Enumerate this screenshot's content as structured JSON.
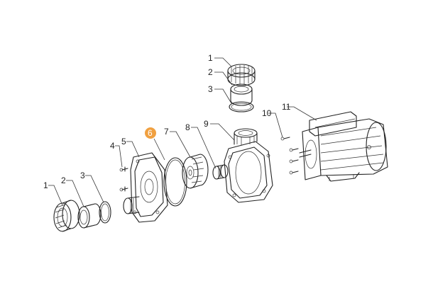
{
  "diagram": {
    "highlight_color": "#f0a040",
    "highlighted_part": "6",
    "callouts": {
      "left_1": "1",
      "left_2": "2",
      "left_3": "3",
      "p4": "4",
      "p5": "5",
      "p6": "6",
      "p7": "7",
      "p8": "8",
      "p9": "9",
      "p10": "10",
      "p11": "11",
      "top_1": "1",
      "top_2": "2",
      "top_3": "3"
    }
  }
}
